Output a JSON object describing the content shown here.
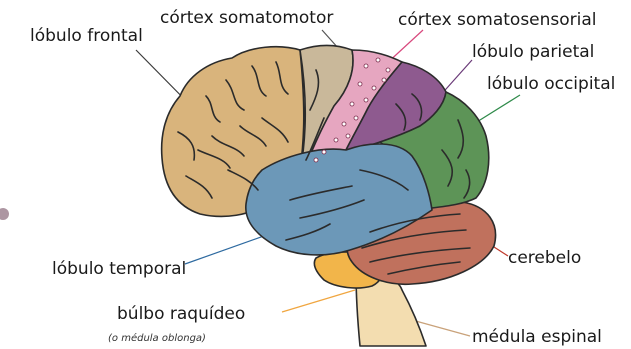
{
  "labels": {
    "frontal": "lóbulo frontal",
    "somatomotor": "córtex somatomotor",
    "somatosensorial": "córtex somatosensorial",
    "parietal": "lóbulo parietal",
    "occipital": "lóbulo occipital",
    "temporal": "lóbulo temporal",
    "cerebelo": "cerebelo",
    "bulbo": "búlbo raquídeo",
    "bulbo_sub": "(o médula oblonga)",
    "medula": "médula espinal"
  },
  "colors": {
    "frontal": "#d9b47c",
    "somatomotor": "#c9b89a",
    "somatosensorial": "#e6a6c0",
    "parietal": "#8e5a8f",
    "occipital": "#5d9457",
    "temporal": "#6c98b8",
    "cerebelo": "#c0715d",
    "bulbo": "#f2b54a",
    "medula": "#f3ddb0",
    "outline": "#2b2b2b",
    "leader_frontal": "#3a3a3a",
    "leader_somatomotor": "#555555",
    "leader_somatosensorial": "#d8487d",
    "leader_parietal": "#6a3a78",
    "leader_occipital": "#2f8a4a",
    "leader_temporal": "#2e6aa0",
    "leader_cerebelo": "#c0392b",
    "leader_bulbo": "#f0a640",
    "leader_medula": "#c9a27a"
  }
}
